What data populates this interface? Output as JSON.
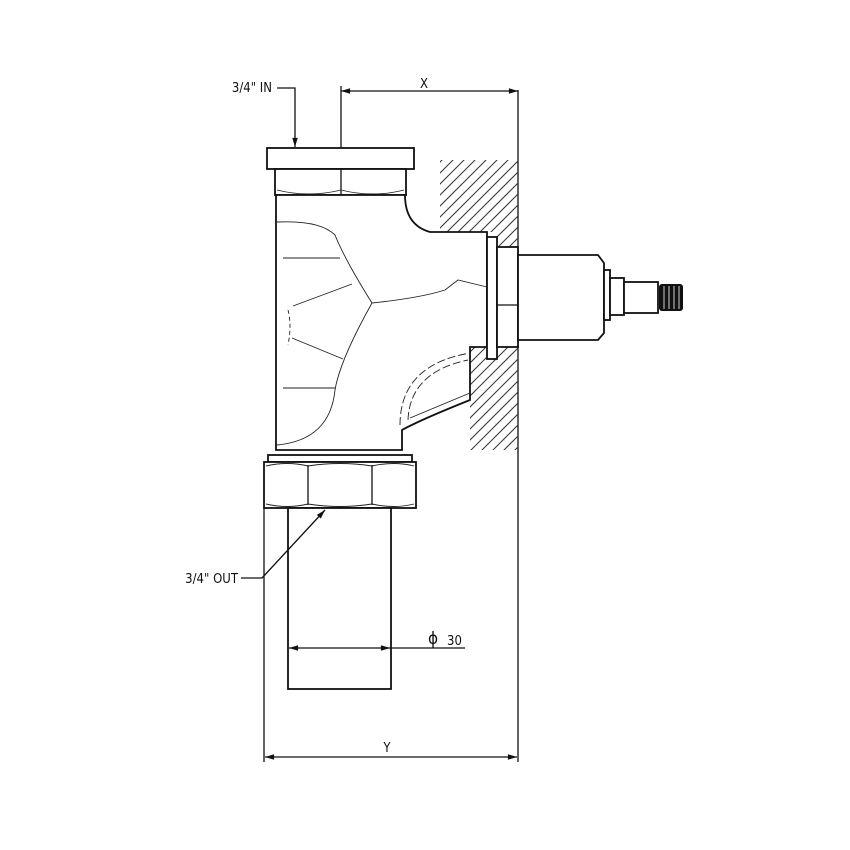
{
  "drawing": {
    "inlet_label": "3/4\" IN",
    "outlet_label": "3/4\" OUT",
    "dimension_x": "X",
    "dimension_y": "Y",
    "diameter_symbol": "ϕ",
    "diameter_value": "30"
  }
}
